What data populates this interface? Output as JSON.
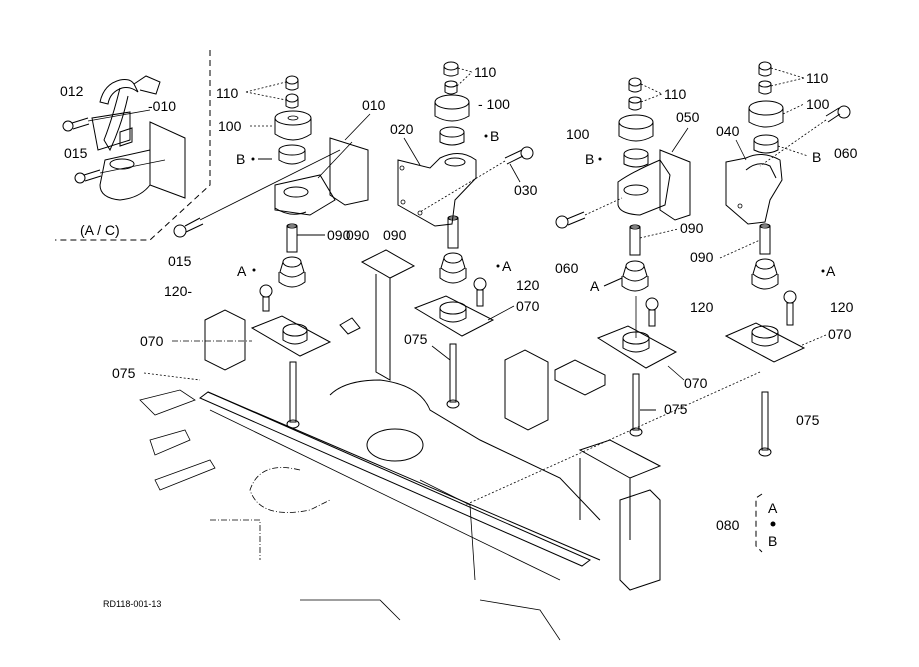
{
  "diagram": {
    "reference_code": "RD118-001-13",
    "inset_label": "(A / C)",
    "part_labels": {
      "p012": "012",
      "p010_inset": "-010",
      "p015_inset": "015",
      "p015": "015",
      "p110_a": "110",
      "p100_a": "100",
      "pB_a": "B",
      "p010": "010",
      "p090_a": "090",
      "pA_a": "A",
      "p120_a": "120-",
      "p070_a": "070",
      "p075_a": "075",
      "p110_b": "110",
      "p100_b": "- 100",
      "p020": "020",
      "pB_b": "B",
      "p030": "030",
      "p090_b1": "090",
      "p090_b2": "090",
      "pA_b": "A",
      "p120_b": "120",
      "p070_b": "070",
      "p075_b": "075",
      "p110_c": "110",
      "p100_c": "100",
      "p050": "050",
      "pB_c": "B",
      "p090_c": "090",
      "p060_c": "060",
      "pA_c": "A",
      "p120_c": "120",
      "p070_c": "070",
      "p075_c": "075",
      "p110_d": "110",
      "p100_d": "100",
      "p040": "040",
      "pB_d": "B",
      "p060_d": "060",
      "p090_d": "090",
      "pA_d": "A",
      "p120_d": "120",
      "p070_d": "070",
      "p075_d": "075",
      "p080": "080",
      "legend_A": "A",
      "legend_B": "B"
    }
  }
}
